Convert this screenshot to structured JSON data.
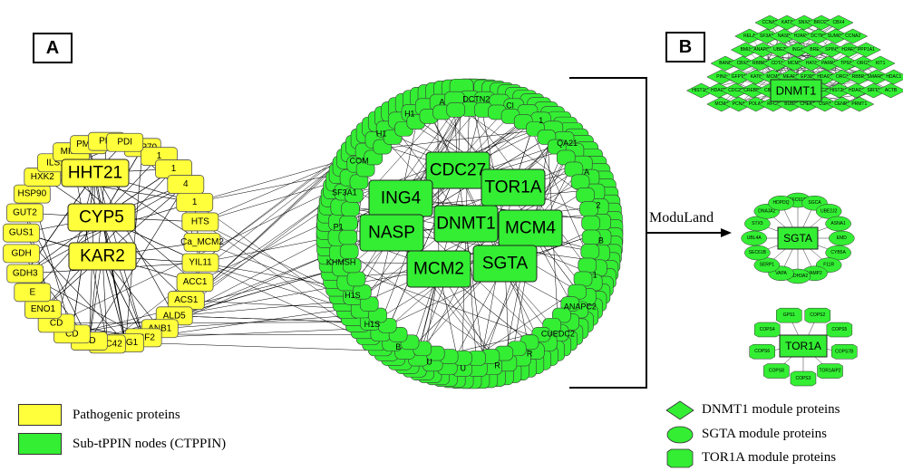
{
  "panels": {
    "a": "A",
    "b": "B"
  },
  "arrow_label": "ModuLand",
  "colors": {
    "yellow": "#ffff3c",
    "green": "#33ee33",
    "edge": "#000000"
  },
  "pathogenic": {
    "hubs": [
      "HHT21",
      "CYP5",
      "KAR2"
    ],
    "ring": [
      "HSP70",
      "1",
      "1",
      "4",
      "1",
      "HTS",
      "Ca_MCM2",
      "YIL11",
      "ACC1",
      "ACS1",
      "ALD5",
      "ANB1",
      "ARF2",
      "ARG1",
      "CDC42",
      "CD",
      "CD",
      "CD",
      "ENO1",
      "E",
      "GDH3",
      "GDH",
      "GUS1",
      "GUT2",
      "HSP90",
      "HXK2",
      "ILS1",
      "MIR1",
      "PMT1",
      "PDI",
      "PDI"
    ]
  },
  "ctppin": {
    "hubs": [
      "CDC27",
      "TOR1A",
      "ING4",
      "NASP",
      "DNMT1",
      "MCM4",
      "MCM2",
      "SGTA"
    ],
    "ring_labels": [
      "DCTN2",
      "Cl",
      "1",
      "QA21",
      "A",
      "2",
      "B",
      "1",
      "ANAPC2",
      "CUEDC2",
      "R",
      "R",
      "U",
      "U",
      "B",
      "H1S",
      "H1S",
      "KHMSH",
      "P1",
      "SF3A1",
      "COM",
      "H1",
      "H1",
      "A"
    ]
  },
  "modules": {
    "dnmt1": {
      "hub": "DNMT1",
      "nodes": [
        "CCNA2",
        "KAT7",
        "SNX1",
        "BRCC3",
        "CBX4",
        "RELA",
        "SF3A1",
        "NASP",
        "H2AFV",
        "DCTN2",
        "SUMO1",
        "CCNA2",
        "BMI1",
        "ANAPC2",
        "UBE2I",
        "ING4",
        "BRE",
        "SPIN1",
        "H2AFX",
        "PPP1A1",
        "BANP",
        "CBX7",
        "RBBP7",
        "CDT1",
        "MCM3",
        "HAT1",
        "PARP1",
        "TP53",
        "ORC2",
        "KIT1",
        "PIN1",
        "GFPT1",
        "KAT5",
        "MCM2",
        "MEAF6",
        "EP300",
        "HDAC2",
        "ORC1",
        "RBBP4",
        "SMARC2",
        "HDAC1",
        "HIST1H3",
        "HDAC3",
        "CDC27",
        "CREBBP",
        "CBX2",
        "HIST1H4",
        "KAT6A",
        "CDC25",
        "HIST2H3",
        "HDAC4",
        "SIRT1",
        "ACTB",
        "MCM4",
        "PCNA",
        "POLA1",
        "RFC1",
        "BUB1",
        "CHEK1",
        "USP7",
        "CENPA",
        "PRMT1"
      ]
    },
    "sgta": {
      "hub": "SGTA",
      "nodes": [
        "SEC61G",
        "SGCA",
        "UBE2J2",
        "ASNA1",
        "EMD",
        "CYB5A",
        "F11R",
        "VAMP2",
        "ALDH3A2",
        "VAPA",
        "SERP1",
        "SEC61B",
        "UBL4A",
        "STX5",
        "DNAJA2",
        "HDPDQ"
      ]
    },
    "tor1a": {
      "hub": "TOR1A",
      "nodes": [
        "COPS2",
        "COPS5",
        "COPS7B",
        "TOR1AIP2",
        "COPS3",
        "COPS8",
        "COPS6",
        "COPS4",
        "GPS1"
      ]
    }
  },
  "legend": {
    "pathogenic": "Pathogenic proteins",
    "ctppin": "Sub-tPPIN nodes (CTPPIN)",
    "dnmt1": "DNMT1 module proteins",
    "sgta": "SGTA module proteins",
    "tor1a": "TOR1A module proteins"
  }
}
